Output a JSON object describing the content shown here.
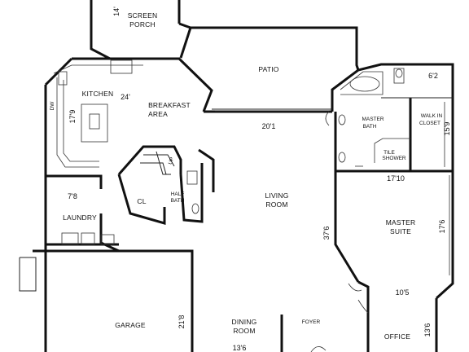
{
  "rooms": {
    "screen_porch": "SCREEN\nPORCH",
    "patio": "PATIO",
    "kitchen": "KITCHEN",
    "breakfast": "BREAKFAST\nAREA",
    "master_bath": "MASTER\nBATH",
    "walk_in_closet": "WALK IN\nCLOSET",
    "tile_shower": "TILE\nSHOWER",
    "living_room": "LIVING\nROOM",
    "laundry": "LAUNDRY",
    "cl": "CL",
    "half_bath": "HALF\nBATH",
    "up": "UP",
    "master_suite": "MASTER\nSUITE",
    "garage": "GARAGE",
    "dining_room": "DINING\nROOM",
    "foyer": "FOYER",
    "office": "OFFICE",
    "dw": "DW"
  },
  "dims": {
    "porch_width": "14'",
    "kitchen_width": "24'",
    "kitchen_depth": "17'9",
    "living_width": "20'1",
    "closet_width": "6'2",
    "closet_depth": "15'9",
    "bath_width": "17'10",
    "laundry_width": "7'8",
    "suite_depth": "17'6",
    "living_depth": "37'6",
    "office_width": "10'5",
    "garage_depth": "21'8",
    "dining_width": "13'6",
    "office_depth": "13'6"
  }
}
